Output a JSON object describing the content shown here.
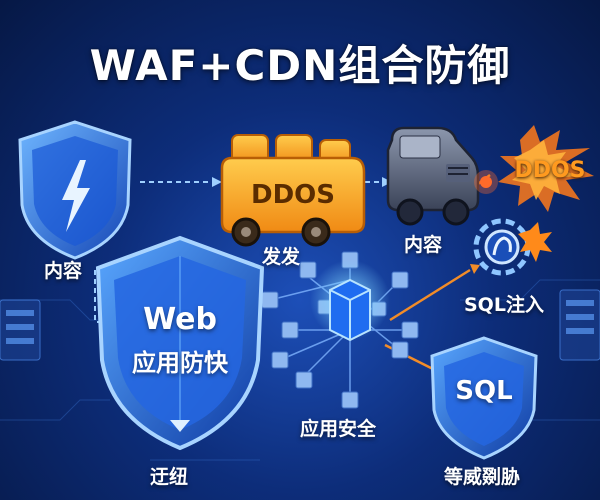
{
  "title": "WAF+CDN组合防御",
  "labels": {
    "content_left": "内容",
    "send": "发发",
    "content_mid": "内容",
    "sql_injection": "SQL注入",
    "app_security": "应用安全",
    "delay": "迂纽",
    "threat": "等威剟胁"
  },
  "truck_text": "DDOS",
  "ddos_burst": "DDOS",
  "big_shield": {
    "line1": "Web",
    "line2": "应用防快"
  },
  "sql_shield": "SQL",
  "colors": {
    "bg_dark": "#061845",
    "bg_mid": "#1d4fb8",
    "shield_blue": "#2e7bf0",
    "truck_orange": "#f5a623",
    "ddos_orange": "#ff9a1f",
    "link_orange": "#f28c28"
  },
  "icons": [
    "shield-lightning-icon",
    "truck-icon",
    "attack-vehicle-icon",
    "explosion-icon",
    "bug-gear-icon",
    "web-shield-icon",
    "network-cube-icon",
    "sql-shield-icon"
  ]
}
